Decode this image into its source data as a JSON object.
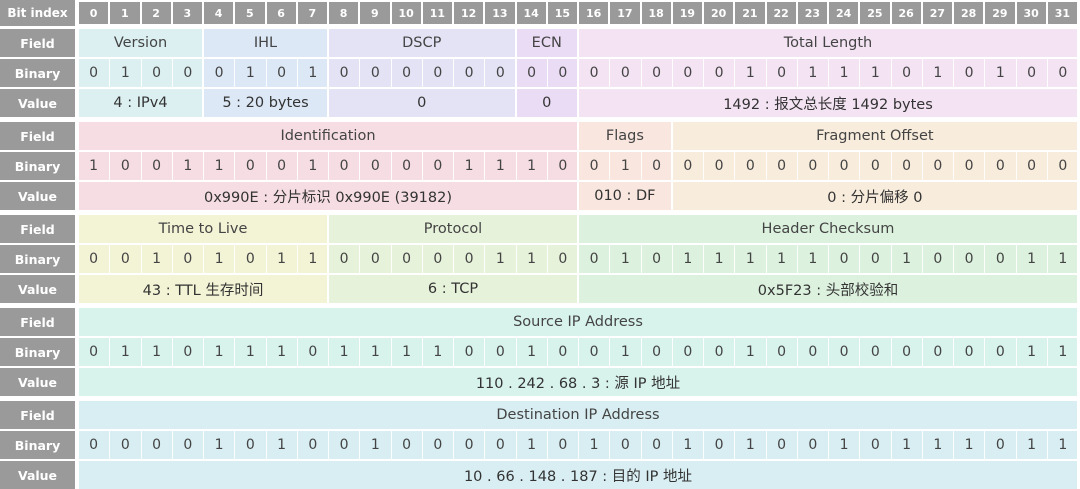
{
  "header": {
    "bit_index_label": "Bit index"
  },
  "row_labels": {
    "field": "Field",
    "binary": "Binary",
    "value": "Value"
  },
  "bit_numbers": [
    "0",
    "1",
    "2",
    "3",
    "4",
    "5",
    "6",
    "7",
    "8",
    "9",
    "10",
    "11",
    "12",
    "13",
    "14",
    "15",
    "16",
    "17",
    "18",
    "19",
    "20",
    "21",
    "22",
    "23",
    "24",
    "25",
    "26",
    "27",
    "28",
    "29",
    "30",
    "31"
  ],
  "colors": {
    "version": "#dcf0f2",
    "ihl": "#dce8f5",
    "dscp": "#e3e3f5",
    "ecn": "#eadcf5",
    "total_length": "#f3e3f3",
    "identification": "#f5dde3",
    "flags": "#f8e6df",
    "fragment_offset": "#f8ecdc",
    "ttl": "#f3f3d6",
    "protocol": "#e7f2da",
    "checksum": "#dcf2de",
    "source_ip": "#d8f2ec",
    "destination_ip": "#d8eef2",
    "header_bg": "#9a9a9a",
    "divider": "#ffffff"
  },
  "rows": [
    {
      "fields": [
        {
          "key": "version",
          "name": "Version",
          "start": 0,
          "len": 4,
          "value": "4 : IPv4"
        },
        {
          "key": "ihl",
          "name": "IHL",
          "start": 4,
          "len": 4,
          "value": "5 : 20 bytes"
        },
        {
          "key": "dscp",
          "name": "DSCP",
          "start": 8,
          "len": 6,
          "value": "0"
        },
        {
          "key": "ecn",
          "name": "ECN",
          "start": 14,
          "len": 2,
          "value": "0"
        },
        {
          "key": "total_length",
          "name": "Total Length",
          "start": 16,
          "len": 16,
          "value": "1492 :  报文总长度 1492 bytes"
        }
      ],
      "bits": "01000101000000000000010111010100"
    },
    {
      "fields": [
        {
          "key": "identification",
          "name": "Identification",
          "start": 0,
          "len": 16,
          "value": "0x990E : 分片标识 0x990E (39182)"
        },
        {
          "key": "flags",
          "name": "Flags",
          "start": 16,
          "len": 3,
          "value": "010 : DF"
        },
        {
          "key": "fragment_offset",
          "name": "Fragment Offset",
          "start": 19,
          "len": 13,
          "value": "0 : 分片偏移 0"
        }
      ],
      "bits": "10011001000011100100000000000000"
    },
    {
      "fields": [
        {
          "key": "ttl",
          "name": "Time to Live",
          "start": 0,
          "len": 8,
          "value": "43 : TTL 生存时间"
        },
        {
          "key": "protocol",
          "name": "Protocol",
          "start": 8,
          "len": 8,
          "value": "6 : TCP"
        },
        {
          "key": "checksum",
          "name": "Header Checksum",
          "start": 16,
          "len": 16,
          "value": "0x5F23 : 头部校验和"
        }
      ],
      "bits": "00101011000001100101111100100011"
    },
    {
      "fields": [
        {
          "key": "source_ip",
          "name": "Source IP Address",
          "start": 0,
          "len": 32,
          "value": "110 . 242 . 68 . 3 : 源 IP 地址"
        }
      ],
      "bits": "01101110111100100100010000000011"
    },
    {
      "fields": [
        {
          "key": "destination_ip",
          "name": "Destination IP Address",
          "start": 0,
          "len": 32,
          "value": "10 . 66 . 148 . 187 : 目的 IP 地址"
        }
      ],
      "bits": "00001010010000101001010010111011"
    }
  ]
}
